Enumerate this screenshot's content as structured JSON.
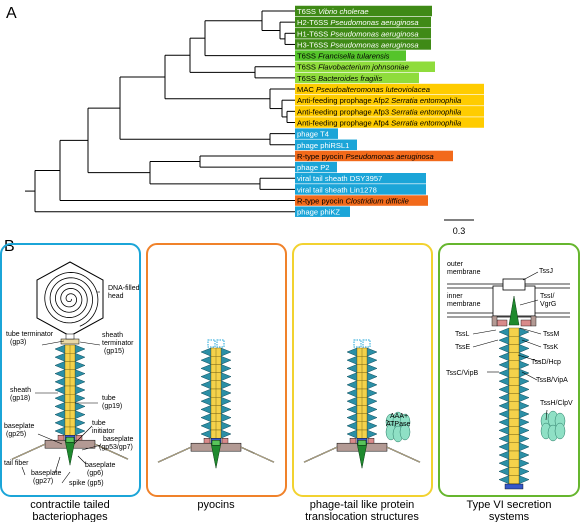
{
  "panel_a": {
    "letter": "A",
    "scale_label": "0.3",
    "leaves": [
      {
        "prefix": "T6SS ",
        "italic": "Vibrio cholerae",
        "color": "#3f8a16",
        "text_color": "#ffffff"
      },
      {
        "prefix": "H2-T6SS ",
        "italic": "Pseudomonas aeruginosa",
        "color": "#3f8a16",
        "text_color": "#ffffff"
      },
      {
        "prefix": "H1-T6SS ",
        "italic": "Pseudomonas aeruginosa",
        "color": "#3f8a16",
        "text_color": "#ffffff"
      },
      {
        "prefix": "H3-T6SS ",
        "italic": "Pseudomonas aeruginosa",
        "color": "#3f8a16",
        "text_color": "#ffffff"
      },
      {
        "prefix": "T6SS ",
        "italic": "Francisella tularensis",
        "color": "#55c42a",
        "text_color": "#000000"
      },
      {
        "prefix": "T6SS ",
        "italic": "Flavobacterium johnsoniae",
        "color": "#8fdc3c",
        "text_color": "#000000"
      },
      {
        "prefix": "T6SS ",
        "italic": "Bacteroides fragilis",
        "color": "#8fdc3c",
        "text_color": "#000000"
      },
      {
        "prefix": "MAC ",
        "italic": "Pseudoalteromonas luteoviolacea",
        "color": "#ffcc00",
        "text_color": "#000000"
      },
      {
        "prefix": "Anti-feeding prophage Afp2 ",
        "italic": "Serratia entomophila",
        "color": "#ffcc00",
        "text_color": "#000000"
      },
      {
        "prefix": "Anti-feeding prophage Afp3 ",
        "italic": "Serratia entomophila",
        "color": "#ffcc00",
        "text_color": "#000000"
      },
      {
        "prefix": "Anti-feeding prophage Afp4 ",
        "italic": "Serratia entomophila",
        "color": "#ffcc00",
        "text_color": "#000000"
      },
      {
        "prefix": "phage T4",
        "italic": "",
        "color": "#1ba5d8",
        "text_color": "#ffffff"
      },
      {
        "prefix": "phage phiRSL1",
        "italic": "",
        "color": "#1ba5d8",
        "text_color": "#ffffff"
      },
      {
        "prefix": "R-type pyocin ",
        "italic": "Pseudomonas aeruginosa",
        "color": "#f26a1b",
        "text_color": "#000000"
      },
      {
        "prefix": "phage P2",
        "italic": "",
        "color": "#1ba5d8",
        "text_color": "#ffffff"
      },
      {
        "prefix": "viral tail sheath DSY3957",
        "italic": "",
        "color": "#1ba5d8",
        "text_color": "#ffffff"
      },
      {
        "prefix": "viral tail sheath Lin1278",
        "italic": "",
        "color": "#1ba5d8",
        "text_color": "#ffffff"
      },
      {
        "prefix": "R-type pyocin ",
        "italic": "Clostridium difficile",
        "color": "#f26a1b",
        "text_color": "#000000"
      },
      {
        "prefix": "phage phiKZ",
        "italic": "",
        "color": "#1ba5d8",
        "text_color": "#ffffff"
      }
    ]
  },
  "panel_b": {
    "letter": "B",
    "boxes": [
      {
        "caption": [
          "contractile tailed",
          "bacteriophages"
        ],
        "border": "#1ba5d8"
      },
      {
        "caption": [
          "pyocins"
        ],
        "border": "#f0822a"
      },
      {
        "caption": [
          "phage-tail like protein",
          "translocation structures"
        ],
        "border": "#f2d230"
      },
      {
        "caption": [
          "Type VI secretion",
          "systems"
        ],
        "border": "#66b62e"
      }
    ],
    "phage_labels": {
      "head": [
        "DNA-filled",
        "head"
      ],
      "tube_terminator": [
        "tube terminator",
        "(gp3)"
      ],
      "sheath_terminator": [
        "sheath",
        "terminator",
        "(gp15)"
      ],
      "sheath": [
        "sheath",
        "(gp18)"
      ],
      "tube": [
        "tube",
        "(gp19)"
      ],
      "baseplate_gp25": [
        "baseplate",
        "(gp25)"
      ],
      "tube_initiator": [
        "tube",
        "initiator"
      ],
      "baseplate_gp53": [
        "baseplate",
        "(gp53/gp7)"
      ],
      "tail_fiber": "tail fiber",
      "baseplate_gp6": [
        "baseplate",
        "(gp6)"
      ],
      "baseplate_gp27": [
        "baseplate",
        "(gp27)"
      ],
      "spike": "spike (gp5)"
    },
    "atpase_label": [
      "AAA+",
      "ATPase"
    ],
    "t6ss_labels": {
      "outer_membrane": [
        "outer",
        "membrane"
      ],
      "inner_membrane": [
        "inner",
        "membrane"
      ],
      "tssj": "TssJ",
      "tssl_vgrg": [
        "TssI/",
        "VgrG"
      ],
      "tssl": "TssL",
      "tsse": "TssE",
      "tssm": "TssM",
      "tssk": "TssK",
      "tssd": "TssD/Hcp",
      "tssc": "TssC/VipB",
      "tssb": "TssB/VipA",
      "tssh": "TssH/ClpV"
    }
  }
}
